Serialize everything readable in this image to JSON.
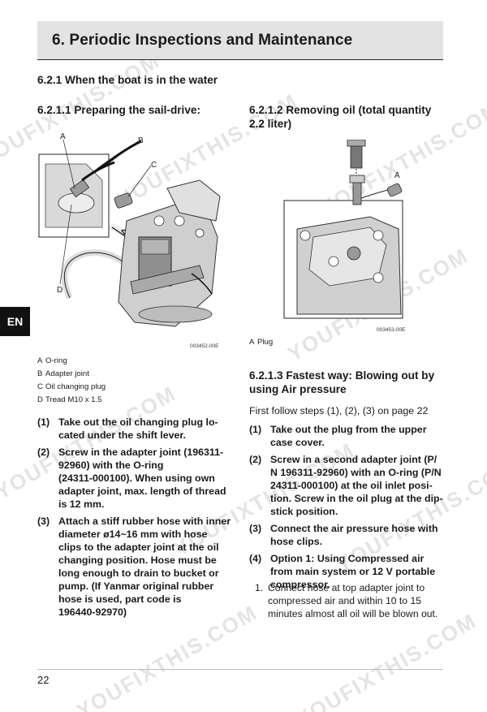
{
  "chapter": {
    "title": "6. Periodic Inspections and Maintenance"
  },
  "section_621": {
    "title": "6.2.1 When the boat is in the water"
  },
  "left": {
    "title": "6.2.1.1 Preparing the sail-drive:",
    "figure": {
      "code": "003452-00E",
      "callouts": [
        "A",
        "B",
        "C",
        "D"
      ]
    },
    "legend": [
      {
        "key": "A",
        "text": "O-ring"
      },
      {
        "key": "B",
        "text": "Adapter joint"
      },
      {
        "key": "C",
        "text": "Oil changing plug"
      },
      {
        "key": "D",
        "text": "Tread M10 x 1.5"
      }
    ],
    "steps": [
      {
        "num": "(1)",
        "text": "Take out the oil changing plug lo-\ncated under the shift lever."
      },
      {
        "num": "(2)",
        "text": "Screw in the adapter joint (196311-\n92960) with the O-ring\n(24311-000100). When using own\nadapter joint, max. length of thread\nis 12 mm."
      },
      {
        "num": "(3)",
        "text": "Attach a stiff rubber hose with inner\ndiameter ø14~16 mm with hose\nclips to the adapter joint at the oil\nchanging position. Hose must be\nlong enough to drain to bucket or\npump. (If Yanmar original rubber\nhose is used, part code is\n196440-92970)"
      }
    ]
  },
  "right": {
    "title": "6.2.1.2 Removing oil (total quantity\n2.2 liter)",
    "figure": {
      "code": "003453-00E",
      "callouts": [
        "A"
      ]
    },
    "legend": [
      {
        "key": "A",
        "text": "Plug"
      }
    ],
    "fastest": {
      "title": "6.2.1.3 Fastest way: Blowing out by\nusing Air pressure",
      "intro": "First follow steps (1), (2), (3) on page 22",
      "steps": [
        {
          "num": "(1)",
          "text": "Take out the plug from the upper\ncase cover."
        },
        {
          "num": "(2)",
          "text": "Screw in a second adapter joint (P/\nN 196311-92960) with an O-ring (P/N\n24311-000100) at the oil inlet posi-\ntion. Screw in the oil plug at the dip-\nstick position."
        },
        {
          "num": "(3)",
          "text": "Connect the air pressure hose with\nhose clips."
        },
        {
          "num": "(4)",
          "text": "Option 1: Using Compressed air\nfrom main system or 12 V portable\ncompressor."
        }
      ],
      "substep": {
        "num": "1.",
        "text": "Connect hose at top adapter joint to\ncompressed air and within 10 to 15\nminutes almost all oil will be blown out."
      }
    }
  },
  "side_tab": {
    "label": "EN"
  },
  "footer": {
    "page": "22"
  },
  "watermark": {
    "text": "YOUFIXTHIS.COM"
  }
}
